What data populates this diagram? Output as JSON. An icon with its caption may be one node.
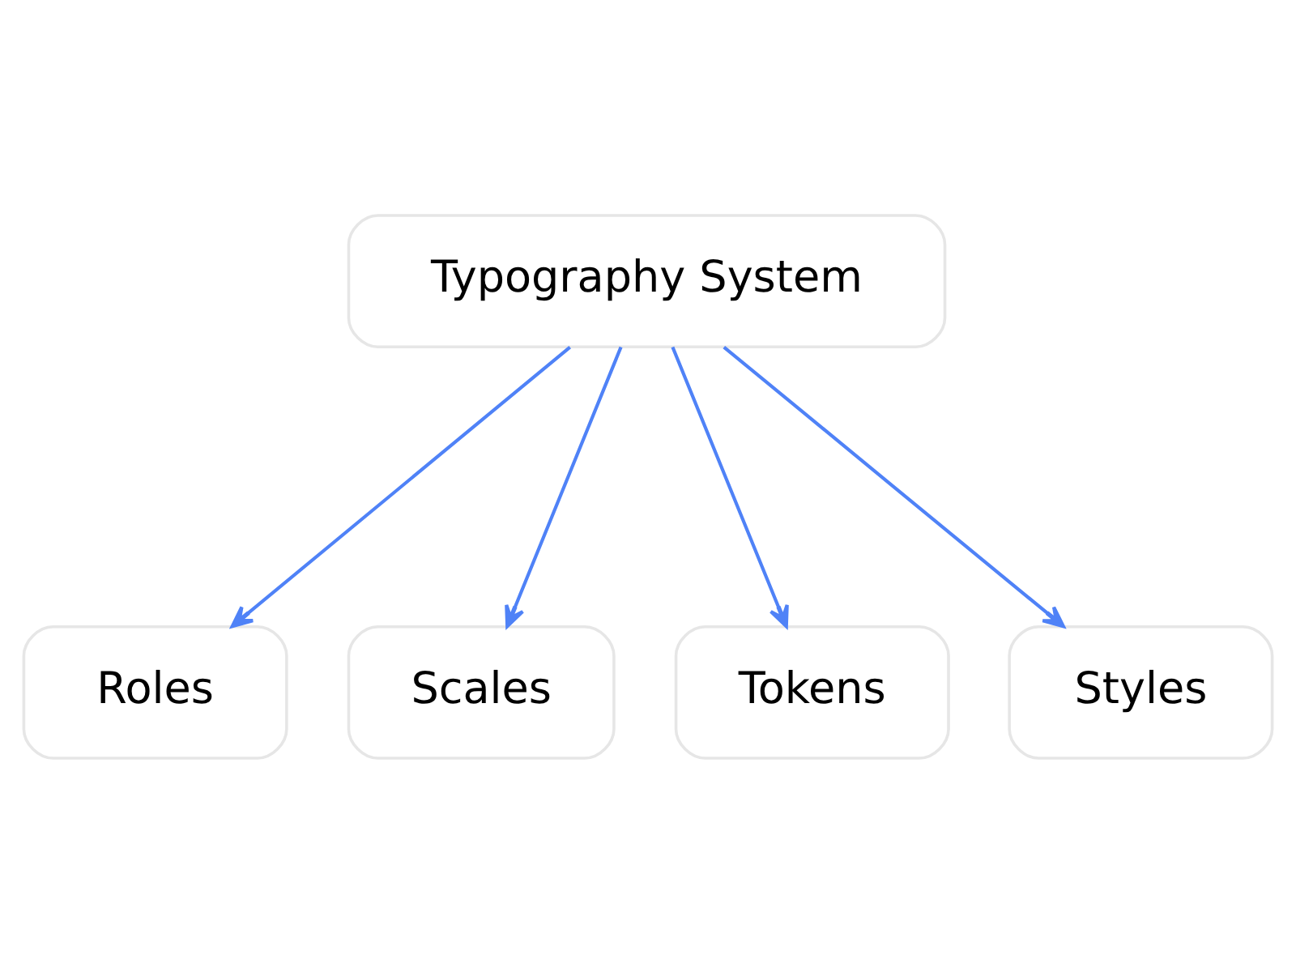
{
  "diagram": {
    "nodes": [
      {
        "text": [
          "Typography System"
        ]
      },
      {
        "text": [
          "Roles"
        ]
      },
      {
        "text": [
          "Scales"
        ]
      },
      {
        "text": [
          "Tokens"
        ]
      },
      {
        "text": [
          "Styles"
        ]
      }
    ],
    "edges": [
      {
        "from": 0,
        "to": 1,
        "arrow": "to"
      },
      {
        "from": 0,
        "to": 2,
        "arrow": "to"
      },
      {
        "from": 0,
        "to": 3,
        "arrow": "to"
      },
      {
        "from": 0,
        "to": 4,
        "arrow": "to"
      }
    ]
  }
}
